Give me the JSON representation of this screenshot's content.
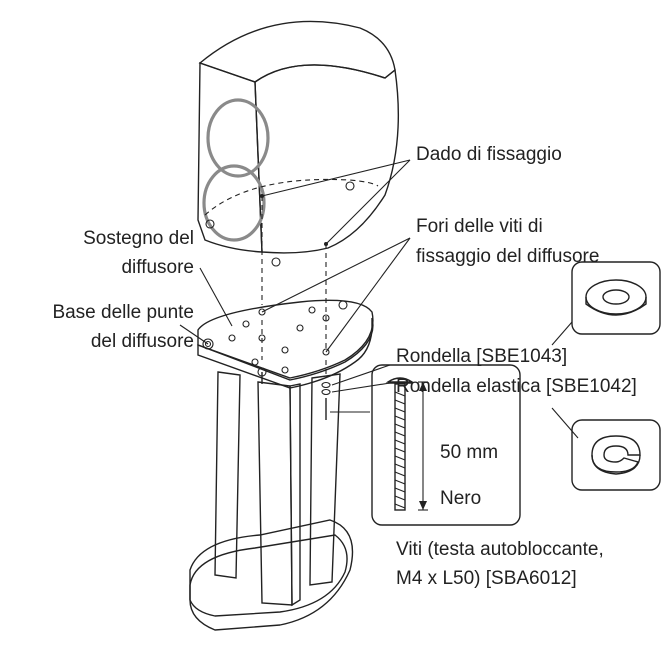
{
  "labels": {
    "locking_nut": "Dado di fissaggio",
    "speaker_holes_line1": "Fori delle viti di",
    "speaker_holes_line2": "fissaggio del diffusore",
    "speaker_support_line1": "Sostegno del",
    "speaker_support_line2": "diffusore",
    "spike_base_line1": "Base delle punte",
    "spike_base_line2": "del diffusore",
    "washer": "Rondella [SBE1043]",
    "spring_washer": "Rondella elastica [SBE1042]",
    "screw_length": "50 mm",
    "screw_color": "Nero",
    "screws_line1": "Viti (testa autobloccante,",
    "screws_line2": "M4 x L50) [SBA6012]"
  },
  "colors": {
    "line": "#222222",
    "speaker_ring": "#8a8a8a",
    "wood_shade": "#e8e8e8"
  },
  "icons": [
    "speaker-cabinet",
    "speaker-stand",
    "flat-washer-icon",
    "spring-washer-icon",
    "screw-icon"
  ]
}
